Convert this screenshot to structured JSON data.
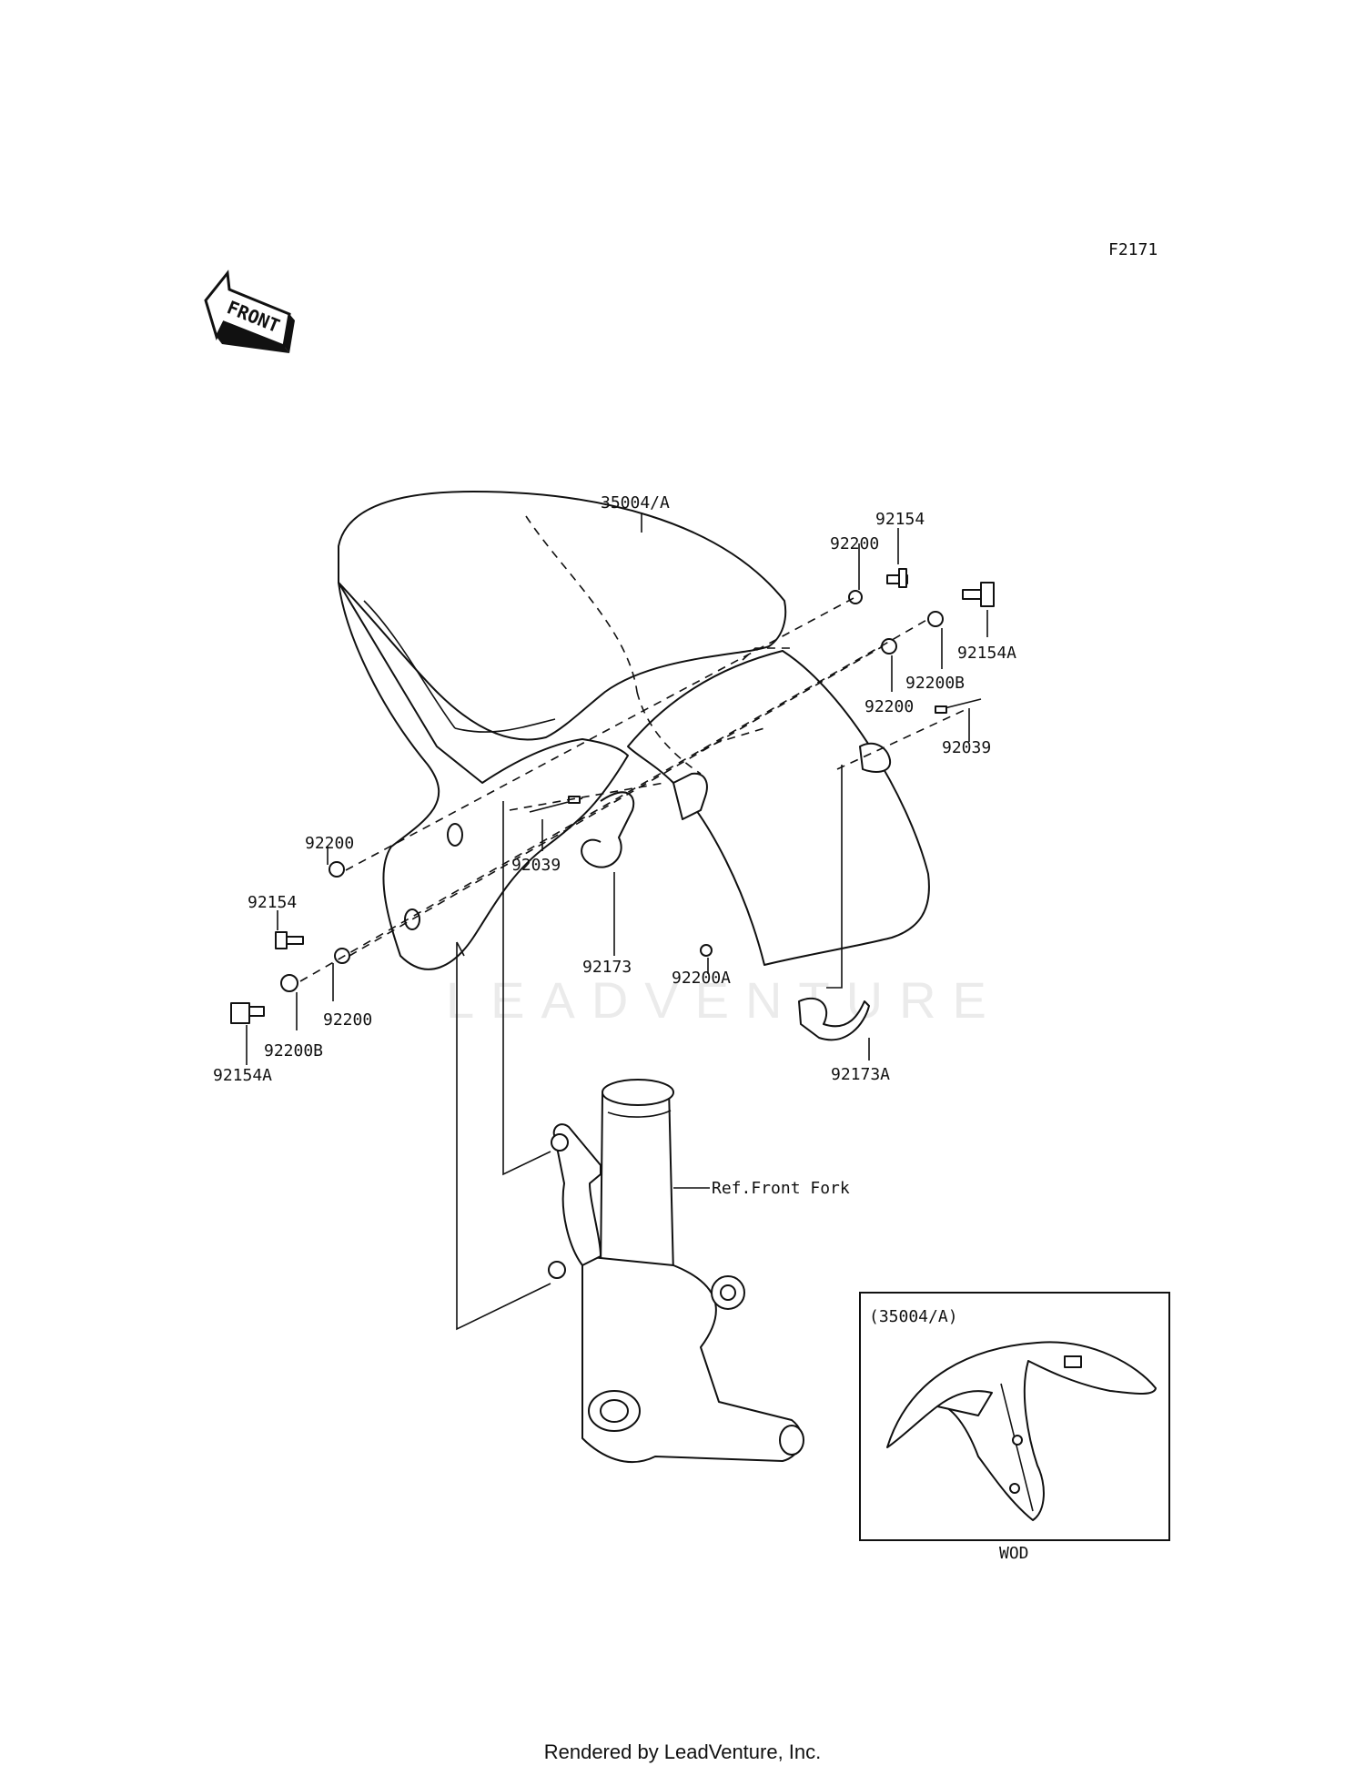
{
  "diagram_code": "F2171",
  "front_arrow": {
    "label": "FRONT",
    "icon": "front-arrow-icon"
  },
  "watermark": "LEADVENTURE",
  "callouts": {
    "fender_top": "35004/A",
    "bolt_upper_right": "92154",
    "washer_upper_right": "92200",
    "bolt_a_right": "92154A",
    "washer_b_right": "92200B",
    "washer_right_lower": "92200",
    "pin_right": "92039",
    "washer_left_upper": "92200",
    "bolt_left": "92154",
    "pin_center": "92039",
    "clamp_center": "92173",
    "washer_a_center": "92200A",
    "washer_left_lower": "92200",
    "washer_b_left": "92200B",
    "bolt_a_left": "92154A",
    "clamp_a_right": "92173A"
  },
  "ref_front_fork": "Ref.Front Fork",
  "inset": {
    "title": "(35004/A)",
    "caption": "WOD"
  },
  "footer": "Rendered by LeadVenture, Inc."
}
